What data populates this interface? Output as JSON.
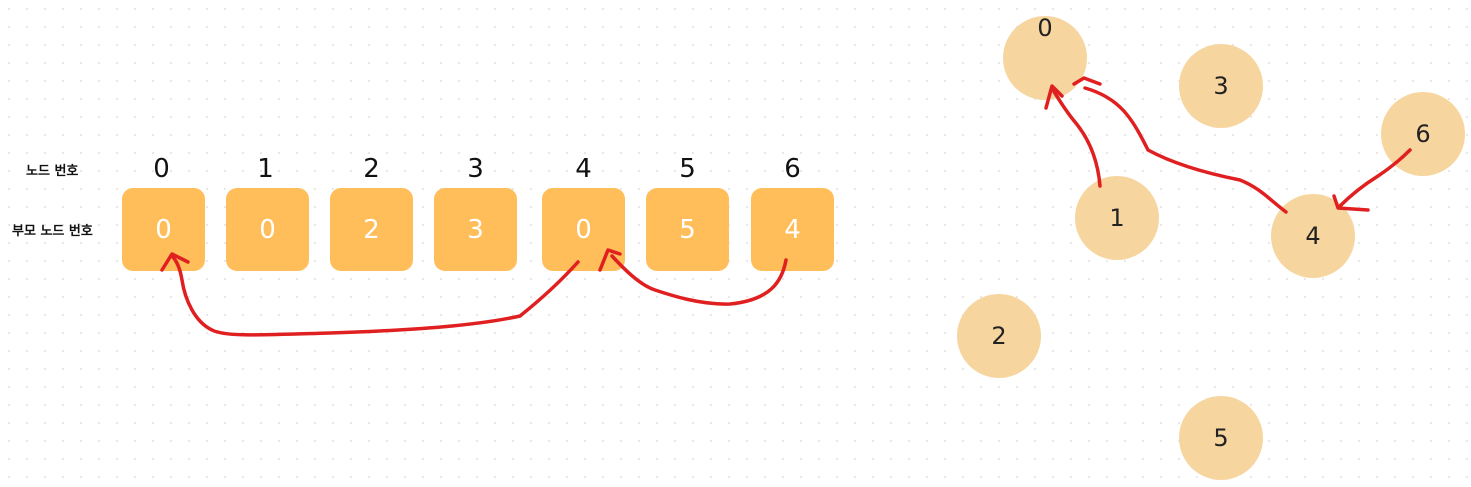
{
  "labels": {
    "node_number": "노드 번호",
    "parent_node_number": "부모 노드 번호"
  },
  "indices": [
    "0",
    "1",
    "2",
    "3",
    "4",
    "5",
    "6"
  ],
  "parents": [
    "0",
    "0",
    "2",
    "3",
    "0",
    "5",
    "4"
  ],
  "tree_nodes": [
    "0",
    "1",
    "2",
    "3",
    "4",
    "5",
    "6"
  ],
  "colors": {
    "cell": "#ffbe5a",
    "node": "#f7d59f",
    "arrow": "#e02020"
  }
}
